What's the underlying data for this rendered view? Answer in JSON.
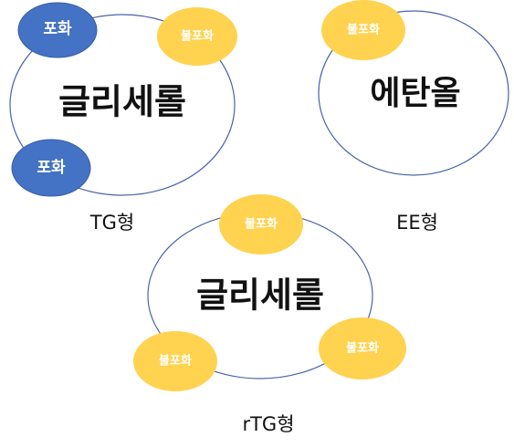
{
  "tg": {
    "center": "글리세롤",
    "saturated_top": "포화",
    "unsaturated": "불포화",
    "saturated_bottom": "포화",
    "caption": "TG형"
  },
  "ee": {
    "center": "에탄올",
    "unsaturated": "불포화",
    "caption": "EE형"
  },
  "rtg": {
    "center": "글리세롤",
    "unsaturated_top": "불포화",
    "unsaturated_left": "불포화",
    "unsaturated_right": "불포화",
    "caption": "rTG형"
  },
  "colors": {
    "saturated": "#4472c4",
    "unsaturated": "#ffd250",
    "ring_stroke": "#4a63a8"
  }
}
